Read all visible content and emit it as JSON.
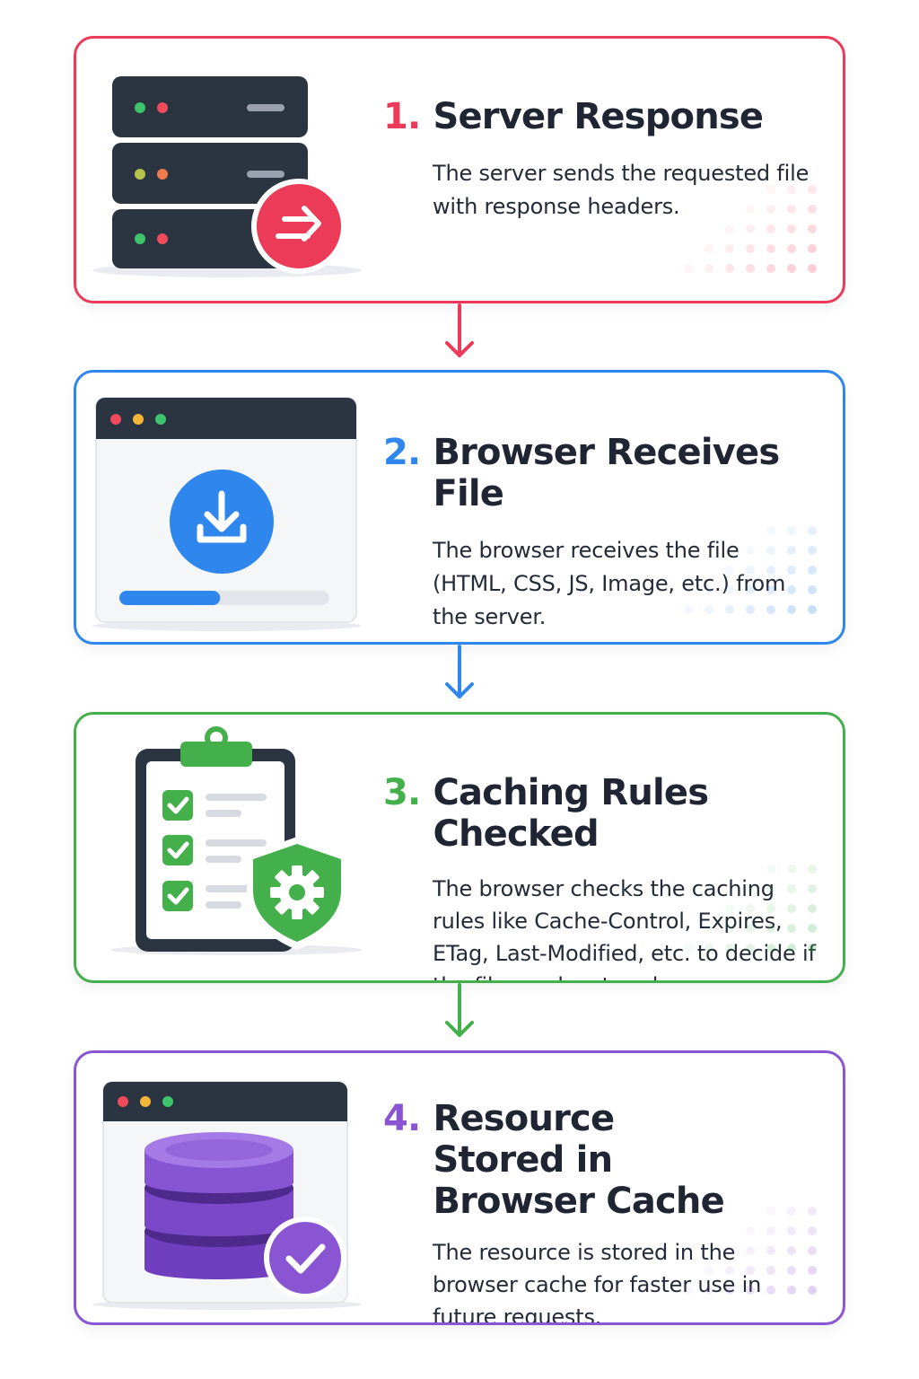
{
  "steps": [
    {
      "number": "1.",
      "title": "Server Response",
      "description": "The server sends the requested file with response headers.",
      "icon": "server-icon",
      "badge_icon": "arrow-right-icon",
      "color": "#ec3b58"
    },
    {
      "number": "2.",
      "title": "Browser Receives File",
      "description": "The browser receives the file (HTML, CSS, JS, Image, etc.) from the server.",
      "icon": "browser-window-icon",
      "badge_icon": "download-icon",
      "progress": 0.48,
      "color": "#2f86ec"
    },
    {
      "number": "3.",
      "title": "Caching Rules Checked",
      "description": "The browser checks the caching rules like Cache-Control, Expires, ETag, Last-Modified, etc. to decide if the file can be stored.",
      "icon": "clipboard-checklist-icon",
      "badge_icon": "shield-gear-icon",
      "color": "#44b04b"
    },
    {
      "number": "4.",
      "title": "Resource Stored in Browser Cache",
      "description": "The resource is stored in the browser cache for faster use in future requests.",
      "icon": "database-icon",
      "badge_icon": "check-badge-icon",
      "color": "#8a55d2"
    }
  ],
  "connectors": [
    {
      "icon": "arrow-down-icon",
      "color": "#ec3b58"
    },
    {
      "icon": "arrow-down-icon",
      "color": "#2f86ec"
    },
    {
      "icon": "arrow-down-icon",
      "color": "#44b04b"
    }
  ]
}
